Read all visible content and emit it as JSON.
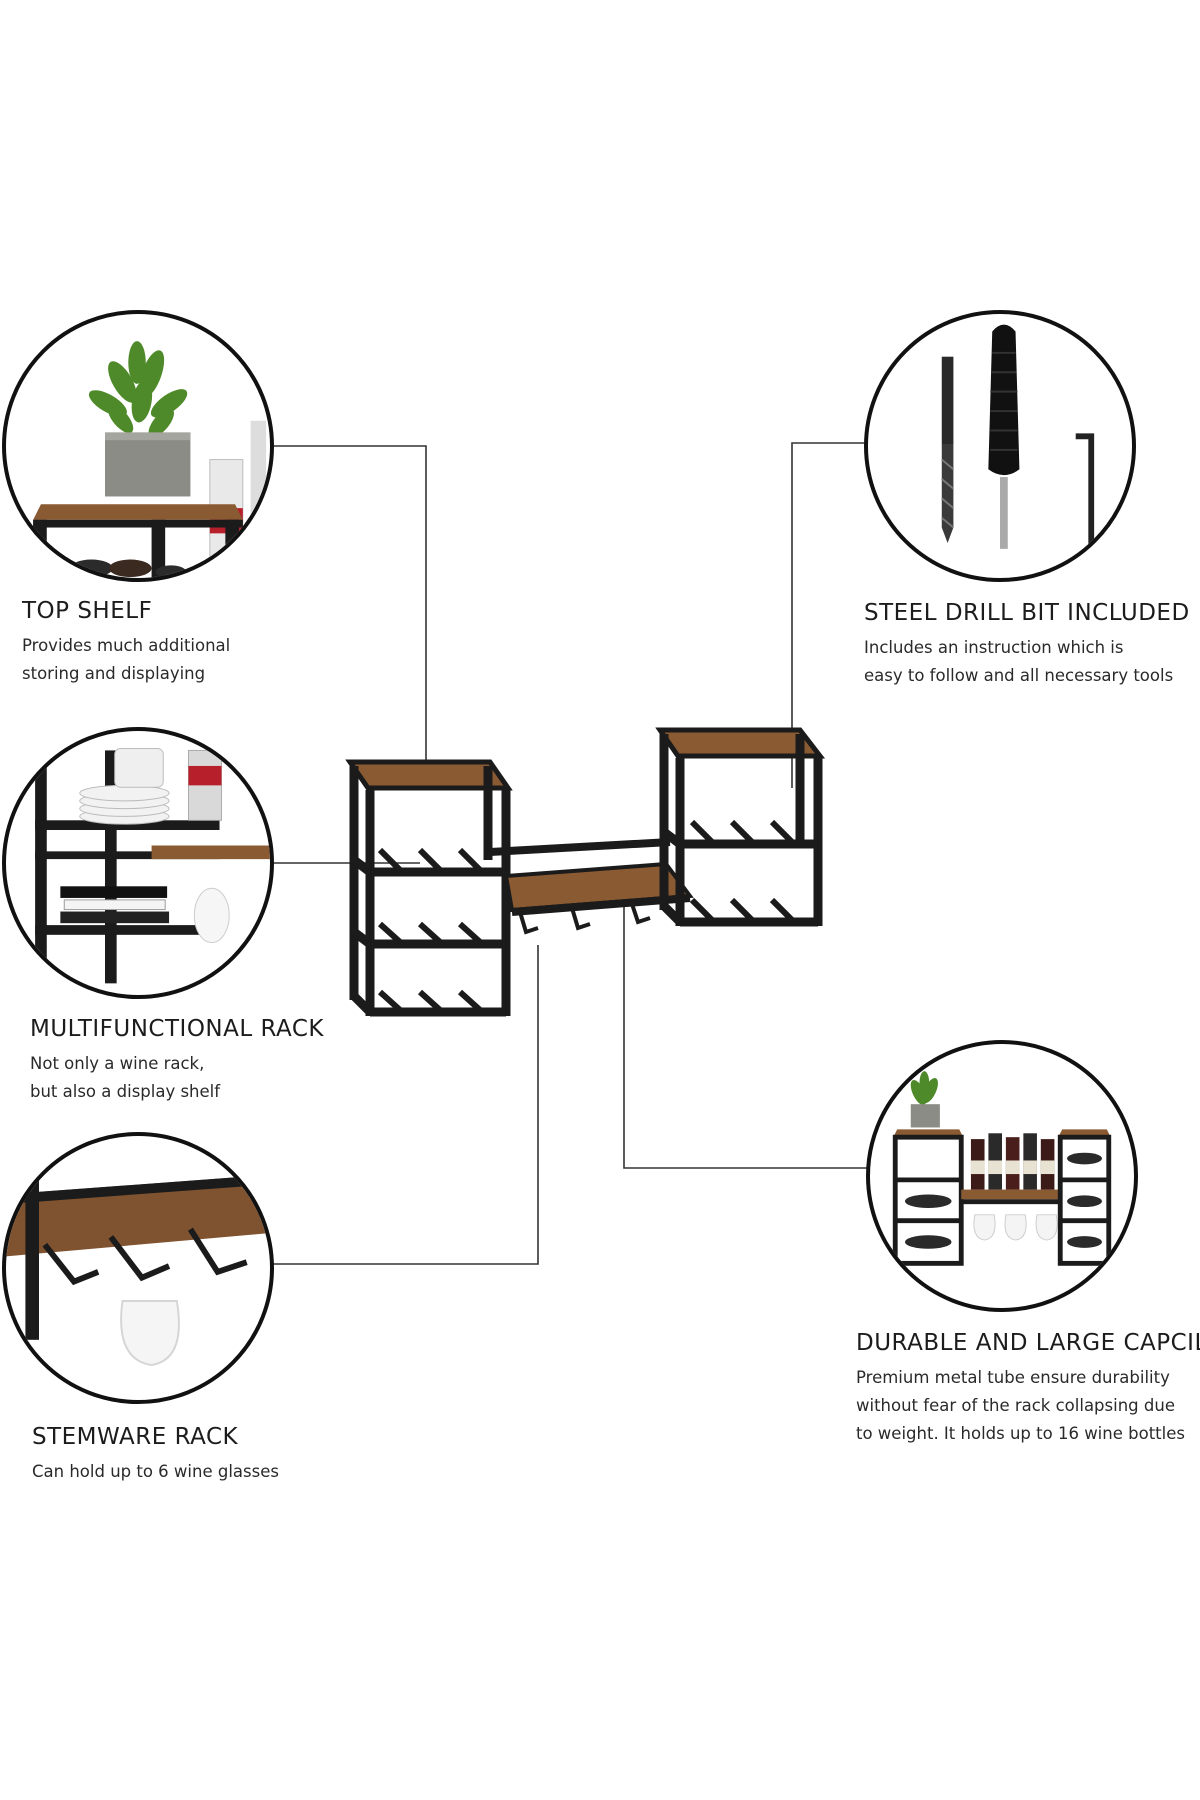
{
  "features": {
    "top_shelf": {
      "title": "TOP SHELF",
      "desc": [
        "Provides much additional",
        "storing and displaying"
      ]
    },
    "multifunctional": {
      "title": "MULTIFUNCTIONAL RACK",
      "desc": [
        "Not only a wine rack,",
        "but also a display shelf"
      ]
    },
    "stemware": {
      "title": "STEMWARE RACK",
      "desc": [
        "Can hold up to 6 wine glasses"
      ]
    },
    "drill": {
      "title": "STEEL DRILL BIT INCLUDED",
      "desc": [
        "Includes an instruction which is",
        "easy to follow and all necessary tools"
      ]
    },
    "durable": {
      "title": "DURABLE AND LARGE CAPCILITY",
      "desc": [
        "Premium metal tube ensure durability",
        "without fear of the rack collapsing due",
        "to weight. It holds up to 16 wine bottles"
      ]
    }
  },
  "colors": {
    "frame": "#1b1b1b",
    "wood": "#8a5a33",
    "wood_dark": "#5e3b20",
    "line": "#333333"
  }
}
